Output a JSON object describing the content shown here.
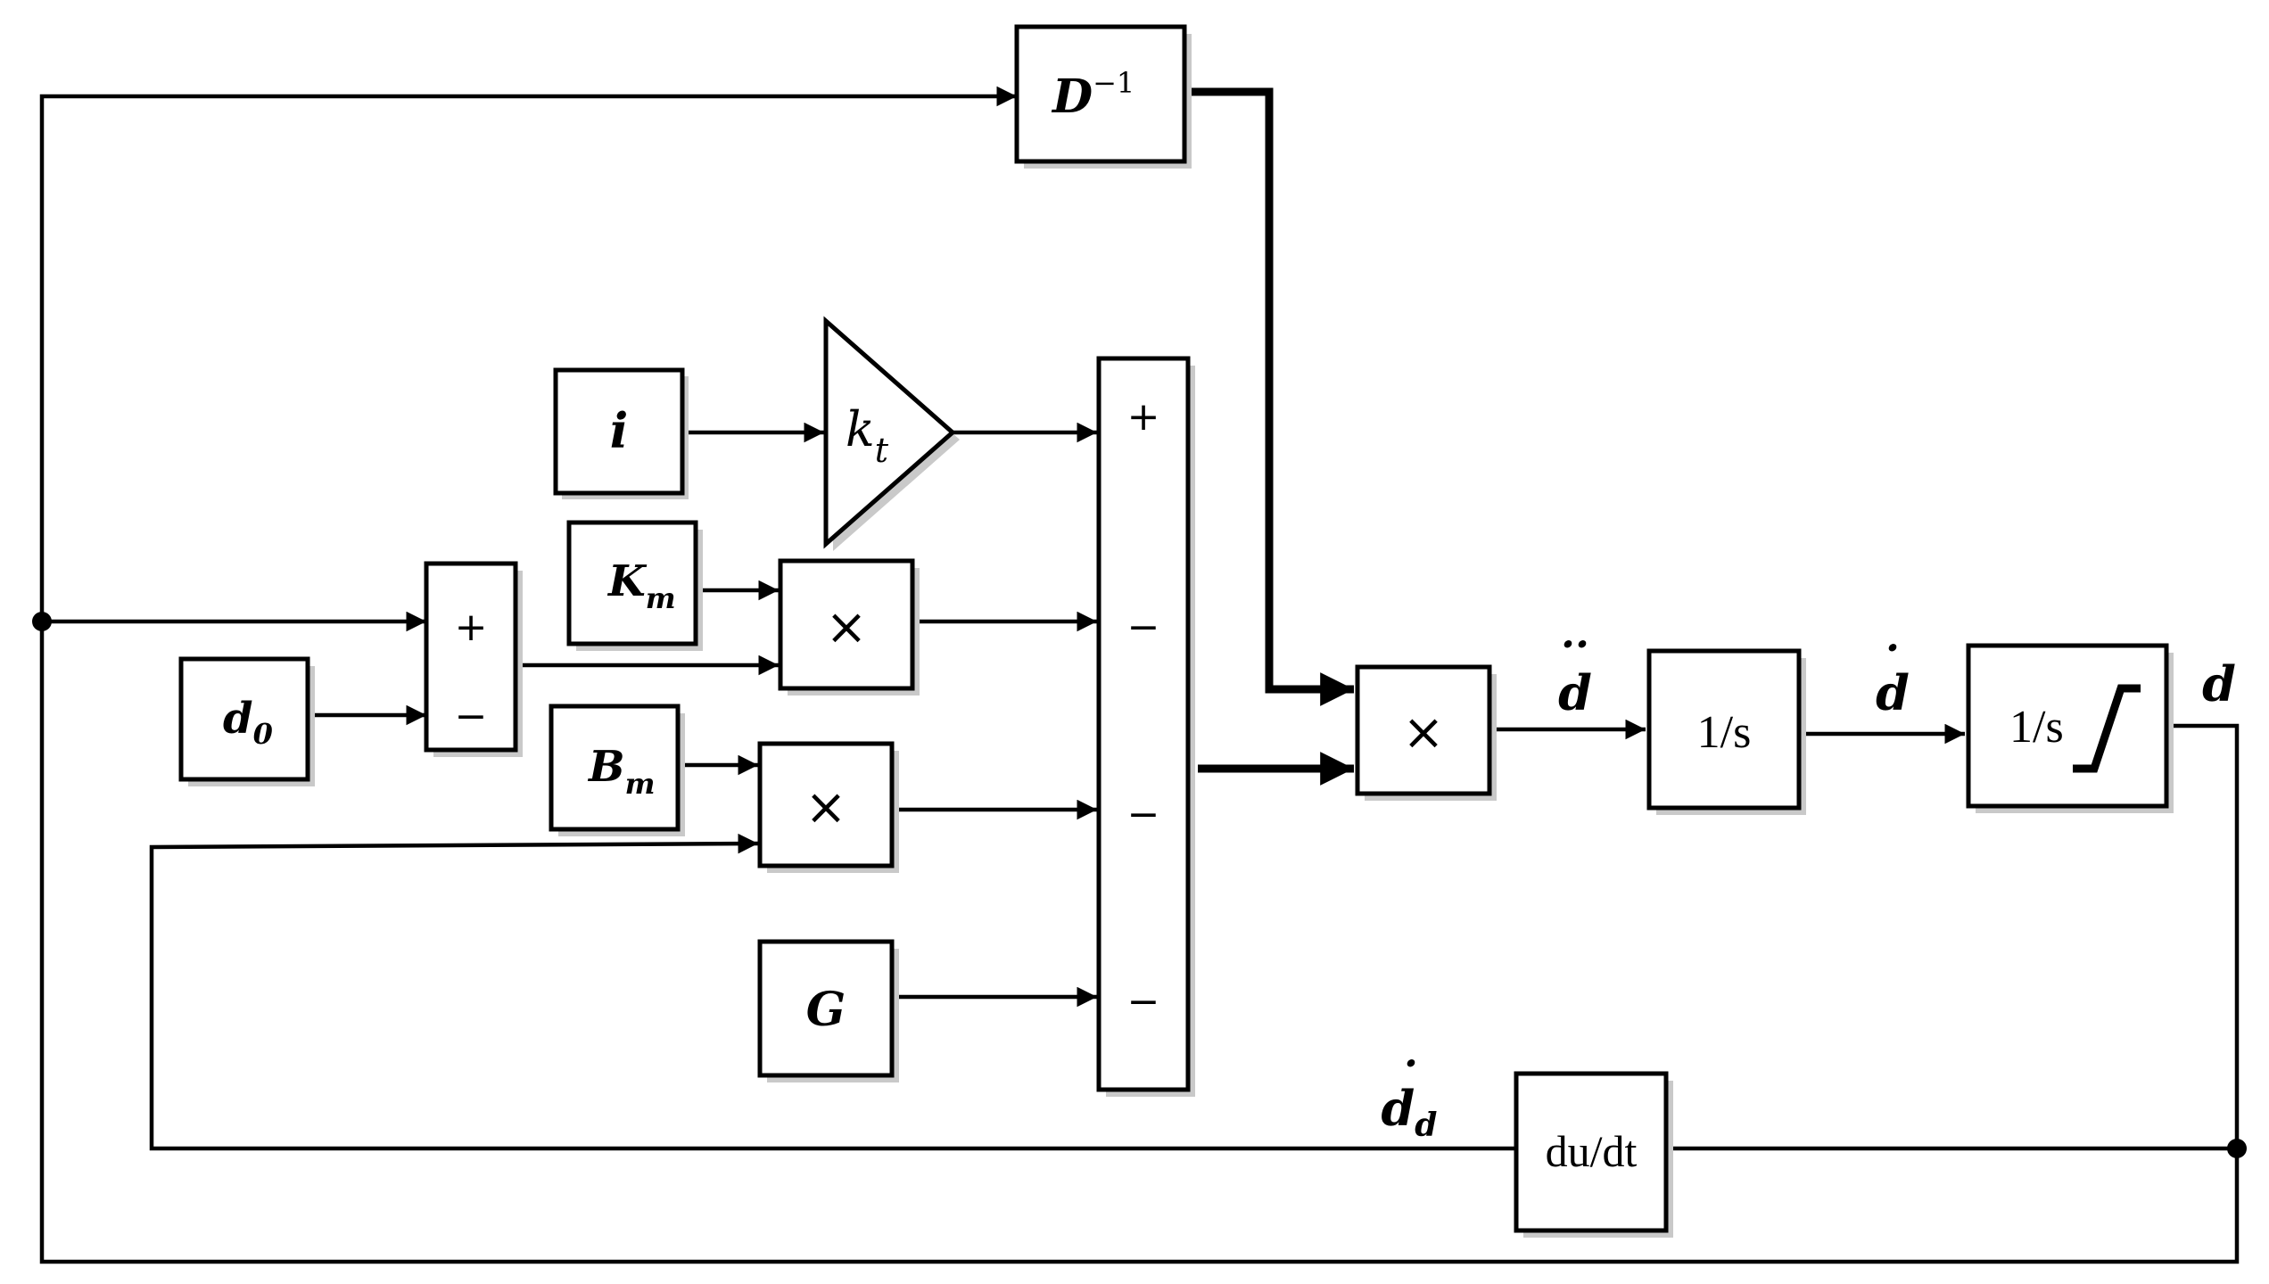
{
  "blocks": {
    "d_inverse": {
      "base": "D",
      "sup": "−1"
    },
    "current": {
      "label": "i"
    },
    "gain": {
      "base": "k",
      "sub": "t"
    },
    "stiffness": {
      "base": "K",
      "sub": "m"
    },
    "offset": {
      "base": "d",
      "sub": "0"
    },
    "damping": {
      "base": "B",
      "sub": "m"
    },
    "gravity": {
      "label": "G"
    },
    "sum_small": {
      "sign_top": "+",
      "sign_bottom": "−"
    },
    "sum_large": {
      "signs": [
        "+",
        "−",
        "−",
        "−"
      ]
    },
    "product": {
      "symbol": "×"
    },
    "integrator_1": {
      "label": "1/s"
    },
    "integrator_2": {
      "label": "1/s"
    },
    "derivative": {
      "label": "du/dt"
    }
  },
  "signals": {
    "accel": {
      "base": "d",
      "mark": "··"
    },
    "velocity": {
      "base": "d",
      "mark": "·"
    },
    "position": {
      "base": "d"
    },
    "vel_d": {
      "base": "d",
      "mark": "·",
      "sub": "d"
    }
  },
  "colors": {
    "ink": "#000000",
    "shadow": "#c9c9c9",
    "background": "#ffffff"
  }
}
